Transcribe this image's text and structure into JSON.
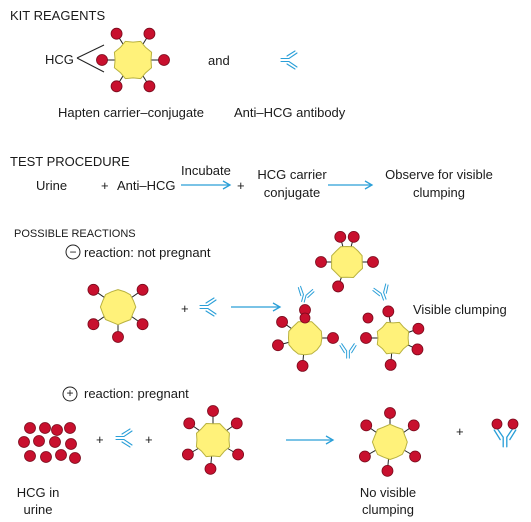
{
  "colors": {
    "core_fill": "#fff27a",
    "core_stroke": "#b9b23f",
    "hapten_fill": "#c8102e",
    "hapten_stroke": "#7a0a1c",
    "antibody": "#2a9fd8",
    "arrow": "#2a9fd8",
    "line": "#222222"
  },
  "kit": {
    "heading": "KIT REAGENTS",
    "hcg": "HCG",
    "and": "and",
    "conjugate_caption": "Hapten carrier–conjugate",
    "antibody_caption": "Anti–HCG antibody"
  },
  "procedure": {
    "heading": "TEST PROCEDURE",
    "urine": "Urine",
    "plus1": "+",
    "anti_hcg": "Anti–HCG",
    "incubate": "Incubate",
    "plus2": "+",
    "hcg_carrier_line1": "HCG carrier",
    "hcg_carrier_line2": "conjugate",
    "observe_line1": "Observe for visible",
    "observe_line2": "clumping"
  },
  "reactions": {
    "heading": "POSSIBLE REACTIONS",
    "negative_symbol": "−",
    "negative_label": "reaction: not pregnant",
    "negative_plus": "+",
    "visible_clumping": "Visible clumping",
    "positive_symbol": "+",
    "positive_label": "reaction: pregnant",
    "positive_plus1": "+",
    "positive_plus2": "+",
    "positive_plus3": "+",
    "hcg_in_urine_line1": "HCG in",
    "hcg_in_urine_line2": "urine",
    "no_clumping_line1": "No visible",
    "no_clumping_line2": "clumping"
  }
}
